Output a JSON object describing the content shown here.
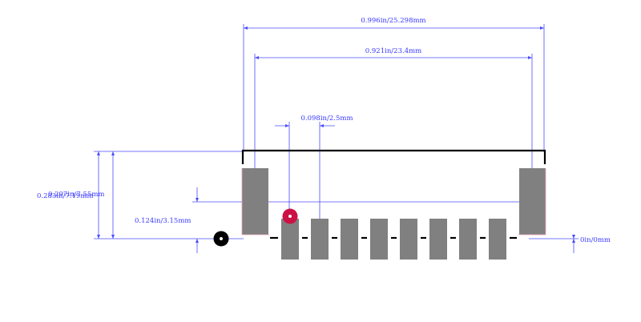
{
  "colors": {
    "dimension": "#4b4bff",
    "pad": "#808080",
    "outline": "#000000",
    "courtyard": "#e8a0b8",
    "pin1_marker": "#cc1144",
    "origin_marker": "#000000",
    "background": "#ffffff"
  },
  "dimensions": {
    "overall_width": "0.996in/25.298mm",
    "pad_span": "0.921in/23.4mm",
    "pin_pitch": "0.098in/2.5mm",
    "height_total_a": "0.283in/7.19mm",
    "height_total_b": "0.297in/7.55mm",
    "height_partial": "0.124in/3.15mm",
    "origin": "0in/0mm"
  },
  "pins": {
    "count": 8
  },
  "markers": {
    "pin1": "pin1-marker-icon",
    "origin": "origin-marker-icon"
  }
}
